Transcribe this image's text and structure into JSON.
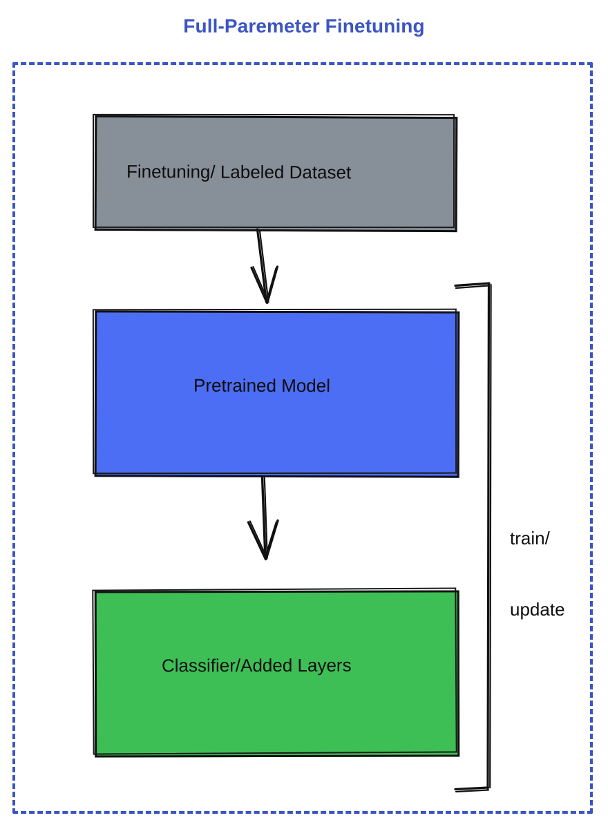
{
  "diagram": {
    "title": "Full-Paremeter Finetuning",
    "title_color": "#3b55c4",
    "frame": {
      "style": "dashed",
      "color": "#3b55c4"
    },
    "nodes": [
      {
        "id": "dataset",
        "label": "Finetuning/ Labeled Dataset",
        "fill": "#878f98",
        "stroke": "#121212"
      },
      {
        "id": "pretrained",
        "label": "Pretrained Model",
        "fill": "#4c6ef5",
        "stroke": "#121212"
      },
      {
        "id": "classifier",
        "label": "Classifier/Added Layers",
        "fill": "#3ebf55",
        "stroke": "#121212"
      }
    ],
    "edges": [
      {
        "id": "dataset-to-pretrained",
        "from": "dataset",
        "to": "pretrained",
        "label": "",
        "arrow": "down"
      },
      {
        "id": "pretrained-to-classifier",
        "from": "pretrained",
        "to": "classifier",
        "label": "",
        "arrow": "down"
      },
      {
        "id": "feedback-bracket",
        "from": "classifier",
        "to": "pretrained",
        "label_line1": "train/",
        "label_line2": "update",
        "arrow": "none"
      }
    ]
  }
}
